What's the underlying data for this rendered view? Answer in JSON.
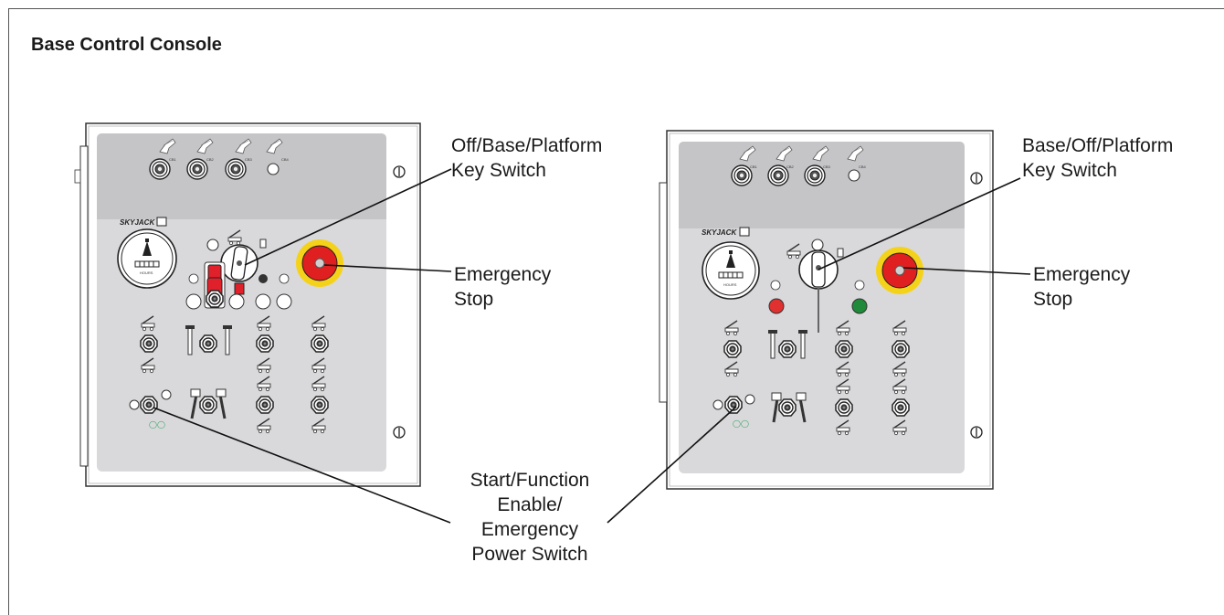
{
  "title": "Base Control Console",
  "panels": [
    {
      "breaker_labels": [
        "CB1",
        "CB2",
        "CB3",
        "CB4"
      ],
      "brand": "SKYJACK",
      "hourmeter_label": "HOURS"
    },
    {
      "breaker_labels": [
        "CB1",
        "CB2",
        "CB3",
        "CB4"
      ],
      "brand": "SKYJACK",
      "hourmeter_label": "HOURS"
    }
  ],
  "callouts": {
    "left_key_line1": "Off/Base/Platform",
    "left_key_line2": "Key Switch",
    "right_key_line1": "Base/Off/Platform",
    "right_key_line2": "Key Switch",
    "left_estop_line1": "Emergency",
    "left_estop_line2": "Stop",
    "right_estop_line1": "Emergency",
    "right_estop_line2": "Stop",
    "start_line1": "Start/Function",
    "start_line2": "Enable/",
    "start_line3": "Emergency",
    "start_line4": "Power Switch"
  },
  "colors": {
    "panel_fill": "#d9d9db",
    "emergency_red": "#e02020",
    "emergency_yellow": "#f5d21a",
    "indicator_red": "#e03030",
    "indicator_green": "#1f8a3a",
    "toggle_red": "#e0202a",
    "accent_green": "#2aa05a"
  },
  "icons": [
    "breaker-icon",
    "hourmeter-icon",
    "key-switch-icon",
    "emergency-stop-icon",
    "toggle-switch-icon",
    "lift-function-icon",
    "hinge-icon",
    "screw-icon"
  ]
}
